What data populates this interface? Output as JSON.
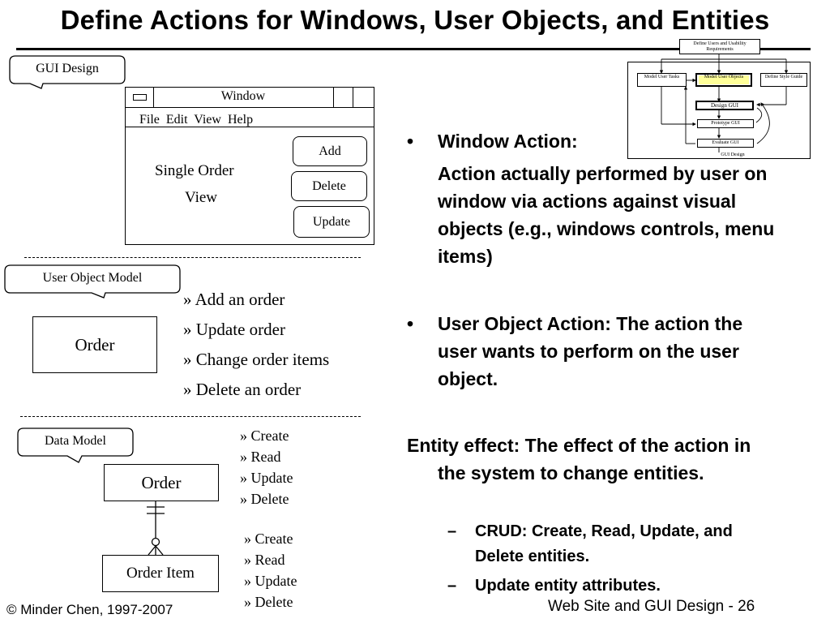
{
  "title": "Define Actions for Windows, User Objects, and Entities",
  "gui_design": {
    "callout": "GUI Design",
    "window_title": "Window",
    "menu": "File  Edit  View  Help",
    "view_label_line1": "Single Order",
    "view_label_line2": "View",
    "buttons": [
      "Add",
      "Delete",
      "Update"
    ]
  },
  "user_object_model": {
    "callout": "User Object Model",
    "object": "Order",
    "actions": [
      "»  Add an order",
      "»  Update order",
      "»  Change order items",
      "»  Delete an order"
    ]
  },
  "data_model": {
    "callout": "Data Model",
    "entity1": "Order",
    "entity2": "Order Item",
    "crud1": [
      "»  Create",
      "»  Read",
      "»  Update",
      "»  Delete"
    ],
    "crud2": [
      "»  Create",
      "»  Read",
      "»  Update",
      "»  Delete"
    ]
  },
  "process_diagram": {
    "top": "Define Users and Usability Requirements",
    "model_user_tasks": "Model User Tasks",
    "model_user_objects": "Model User Objects",
    "define_style_guide": "Define Style Guide",
    "design_gui": "Design GUI",
    "prototype_gui": "Prototype GUI",
    "evaluate_gui": "Evaluate GUI",
    "gui_design": "GUI Design",
    "highlight_color": "#ffff99"
  },
  "bullets": {
    "b1_heading": "Window Action:",
    "b1_body": "Action actually performed by user on window via actions against visual objects (e.g., windows controls, menu items)",
    "b2": "User Object Action: The action the user wants to perform on the user object.",
    "entity_effect": "Entity effect: The effect of the action in the system to change entities.",
    "sub": [
      "CRUD: Create, Read, Update, and Delete entities.",
      "Update entity attributes."
    ]
  },
  "footer": {
    "left": "© Minder Chen, 1997-2007",
    "right": "Web Site and GUI Design - 26"
  }
}
